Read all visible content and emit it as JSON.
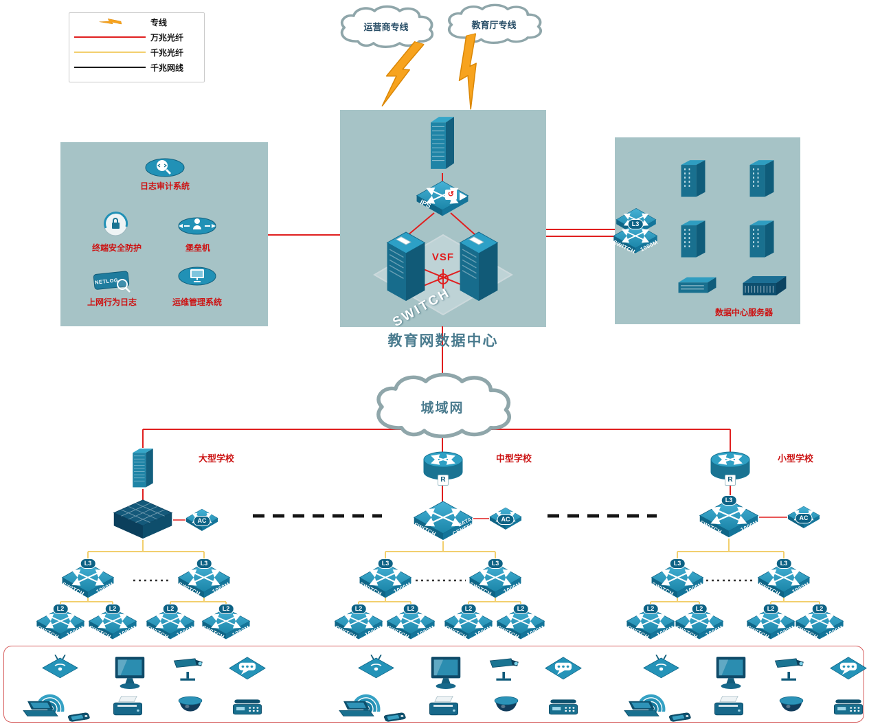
{
  "legend": {
    "items": [
      {
        "label": "专线"
      },
      {
        "label": "万兆光纤"
      },
      {
        "label": "千兆光纤"
      },
      {
        "label": "千兆网线"
      }
    ]
  },
  "clouds": {
    "carrier": "运营商专线",
    "education": "教育厅专线",
    "man": "城域网"
  },
  "datacenter": {
    "title": "教育网数据中心",
    "ips": "IPS",
    "vsf": "VSF",
    "switch_word": "SWITCH"
  },
  "security_zone": {
    "log_audit": "日志审计系统",
    "endpoint": "终端安全防护",
    "bastion": "堡垒机",
    "netlog_label": "上网行为日志",
    "netlog_badge": "NETLOG",
    "ops": "运维管理系统"
  },
  "server_zone": {
    "label": "数据中心服务器"
  },
  "schools": {
    "large": "大型学校",
    "medium": "中型学校",
    "small": "小型学校"
  },
  "labels": {
    "switch": "SWITCH",
    "m1000": "1000M",
    "l3": "L3",
    "l2": "L2",
    "ac": "AC",
    "r": "R",
    "data": "DATA",
    "center": "CENTER"
  },
  "colors": {
    "dedicated_line": "#f7a31e",
    "fiber_10g": "#e01f1f",
    "fiber_1g": "#f2cf6e",
    "cat_1g": "#1a1a1a",
    "zone_bg": "#a6c3c6",
    "device_teal": "#2193b8",
    "label_red": "#cc1414"
  }
}
